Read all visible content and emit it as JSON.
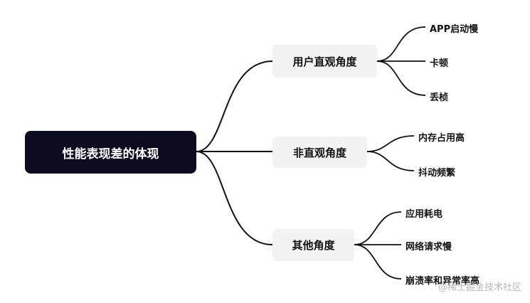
{
  "diagram": {
    "root": "性能表现差的体现",
    "branches": [
      {
        "label": "用户直观角度",
        "leaves": [
          "APP启动慢",
          "卡顿",
          "丢桢"
        ]
      },
      {
        "label": "非直观角度",
        "leaves": [
          "内存占用高",
          "抖动频繁"
        ]
      },
      {
        "label": "其他角度",
        "leaves": [
          "应用耗电",
          "网络请求慢",
          "崩溃率和异常率高"
        ]
      }
    ]
  },
  "watermark": "@稀土掘金技术社区",
  "colors": {
    "root_bg": "#0d0b1f",
    "branch_bg": "#f2f2f4",
    "line": "#111111"
  }
}
